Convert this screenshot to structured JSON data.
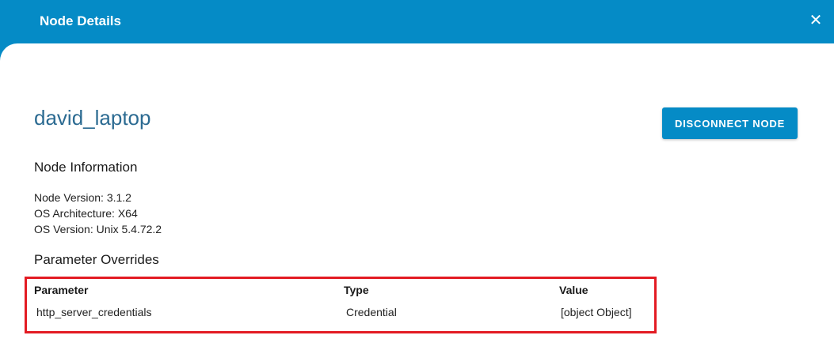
{
  "dialog": {
    "title": "Node Details",
    "close_glyph": "✕"
  },
  "node": {
    "name": "david_laptop",
    "disconnect_label": "DISCONNECT NODE"
  },
  "node_information": {
    "heading": "Node Information",
    "lines": [
      "Node Version: 3.1.2",
      "OS Architecture: X64",
      "OS Version: Unix 5.4.72.2"
    ]
  },
  "parameter_overrides": {
    "heading": "Parameter Overrides",
    "columns": [
      "Parameter",
      "Type",
      "Value"
    ],
    "rows": [
      [
        "http_server_credentials",
        "Credential",
        "[object Object]"
      ]
    ]
  },
  "colors": {
    "header_blue": "#058bc6",
    "node_name": "#2c6b92",
    "highlight_red": "#e31b23"
  }
}
